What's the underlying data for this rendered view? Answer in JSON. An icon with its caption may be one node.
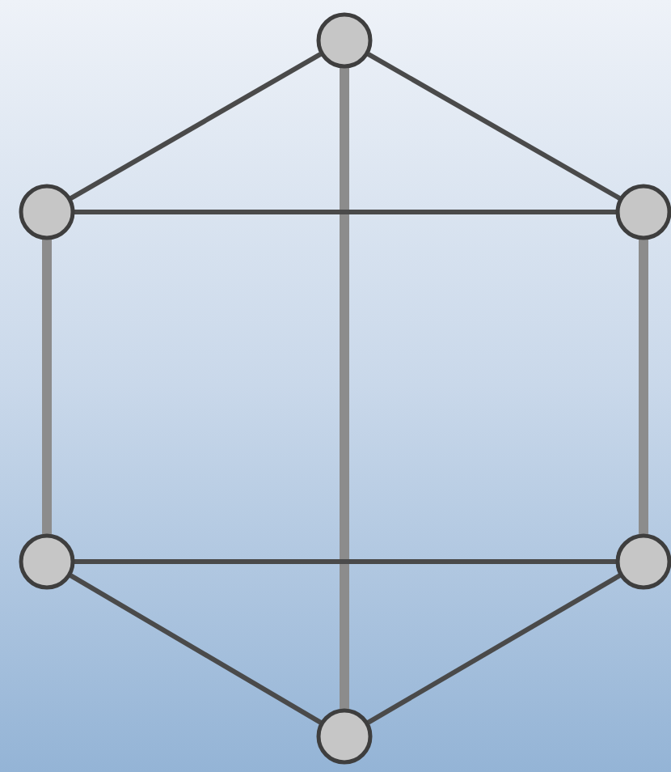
{
  "diagram": {
    "nodes": [
      {
        "text": [],
        "shape": "circle"
      },
      {
        "text": [],
        "shape": "circle"
      },
      {
        "text": [],
        "shape": "circle"
      },
      {
        "text": [],
        "shape": "circle"
      },
      {
        "text": [],
        "shape": "circle"
      },
      {
        "text": [],
        "shape": "circle"
      }
    ],
    "edges": [
      {
        "from": 0,
        "to": 1,
        "arrow": "none"
      },
      {
        "from": 0,
        "to": 2,
        "arrow": "none"
      },
      {
        "from": 0,
        "to": 5,
        "arrow": "none",
        "style": "thick",
        "color": "#8c8c8c"
      },
      {
        "from": 1,
        "to": 2,
        "arrow": "none"
      },
      {
        "from": 1,
        "to": 3,
        "arrow": "none",
        "style": "thick",
        "color": "#8c8c8c"
      },
      {
        "from": 2,
        "to": 4,
        "arrow": "none",
        "style": "thick",
        "color": "#8c8c8c"
      },
      {
        "from": 3,
        "to": 4,
        "arrow": "none"
      },
      {
        "from": 3,
        "to": 5,
        "arrow": "none"
      },
      {
        "from": 4,
        "to": 5,
        "arrow": "none"
      }
    ]
  }
}
